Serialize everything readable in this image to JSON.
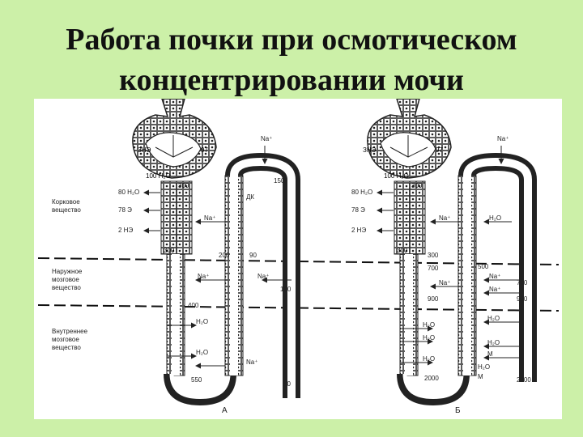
{
  "title": {
    "line1": "Работа почки при осмотическом",
    "line2": "концентрировании мочи"
  },
  "zones": {
    "cortex": [
      "Корковое",
      "вещество"
    ],
    "outer_medulla": [
      "Наружное",
      "мозговое",
      "вещество"
    ],
    "inner_medulla": [
      "Внутреннее",
      "мозговое",
      "вещество"
    ]
  },
  "panel_a": {
    "caption": "А",
    "glomerulus": [
      "ЗНЭ",
      "97"
    ],
    "filtrate": "100 H₂O",
    "inside": [
      "300",
      "300",
      "300",
      "200",
      "90",
      "400",
      "550",
      "150",
      "100",
      "50"
    ],
    "prox": [
      "80 H₂O",
      "78 Э",
      "2 НЭ"
    ],
    "na_top": "Na⁺",
    "dk": "ДК",
    "arrows": [
      "Na⁺",
      "Na⁺",
      "Na⁺",
      "H₂O",
      "H₂O",
      "Na⁺"
    ]
  },
  "panel_b": {
    "caption": "Б",
    "glomerulus": [
      "ЗНЭ",
      "97"
    ],
    "filtrate": "100 H₂O",
    "prox": [
      "80 H₂O",
      "78 Э",
      "2 НЭ"
    ],
    "na_top": "Na⁺",
    "inside": [
      "300",
      "300",
      "700",
      "500",
      "300",
      "900",
      "2000",
      "700",
      "900",
      "2300"
    ],
    "arrows": [
      "Na⁺",
      "Na⁺",
      "H₂O",
      "Na⁺",
      "Na⁺",
      "H₂O",
      "H₂O",
      "H₂O",
      "H₂O",
      "H₂O",
      "M",
      "H₂O",
      "M"
    ]
  }
}
